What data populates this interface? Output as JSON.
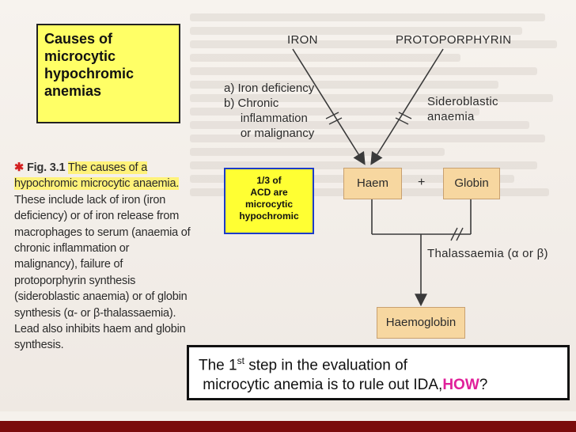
{
  "title_box": {
    "text": "Causes of\n microcytic\n hypochromic\n anemias"
  },
  "caption": {
    "fig_label": "Fig. 3.1",
    "highlight": "The causes of a hypochromic microcytic anaemia.",
    "rest": " These include lack of iron (iron deficiency) or of iron release from macrophages to serum (anaemia of chronic inflammation or malignancy), failure of protoporphyrin synthesis (sideroblastic anaemia) or of globin synthesis (α- or β-thalassaemia). Lead also inhibits haem and globin synthesis."
  },
  "diagram": {
    "iron": "IRON",
    "protoporphyrin": "PROTOPORPHYRIN",
    "iron_causes": [
      "a)  Iron deficiency",
      "b)  Chronic",
      "     inflammation",
      "     or malignancy"
    ],
    "sideroblastic": [
      "Sideroblastic",
      "anaemia"
    ],
    "haem": "Haem",
    "plus": "+",
    "globin": "Globin",
    "thalassaemia": "Thalassaemia (α or β)",
    "haemoglobin": "Haemoglobin"
  },
  "acd_box": {
    "text": "1/3  of\nACD are\nmicrocytic\nhypochromic"
  },
  "bottom_box": {
    "line1_prefix": "The 1",
    "line1_sup": "st",
    "line1_suffix": " step in the evaluation of",
    "line2_prefix": " microcytic anemia is to rule out IDA,",
    "line2_how": "HOW",
    "line2_suffix": "?"
  },
  "colors": {
    "highlight_yellow": "#ffff66",
    "acd_border": "#1c3cc8",
    "node_fill": "#f7d7a0",
    "how_accent": "#e0209a",
    "footer": "#7a0c0c"
  }
}
